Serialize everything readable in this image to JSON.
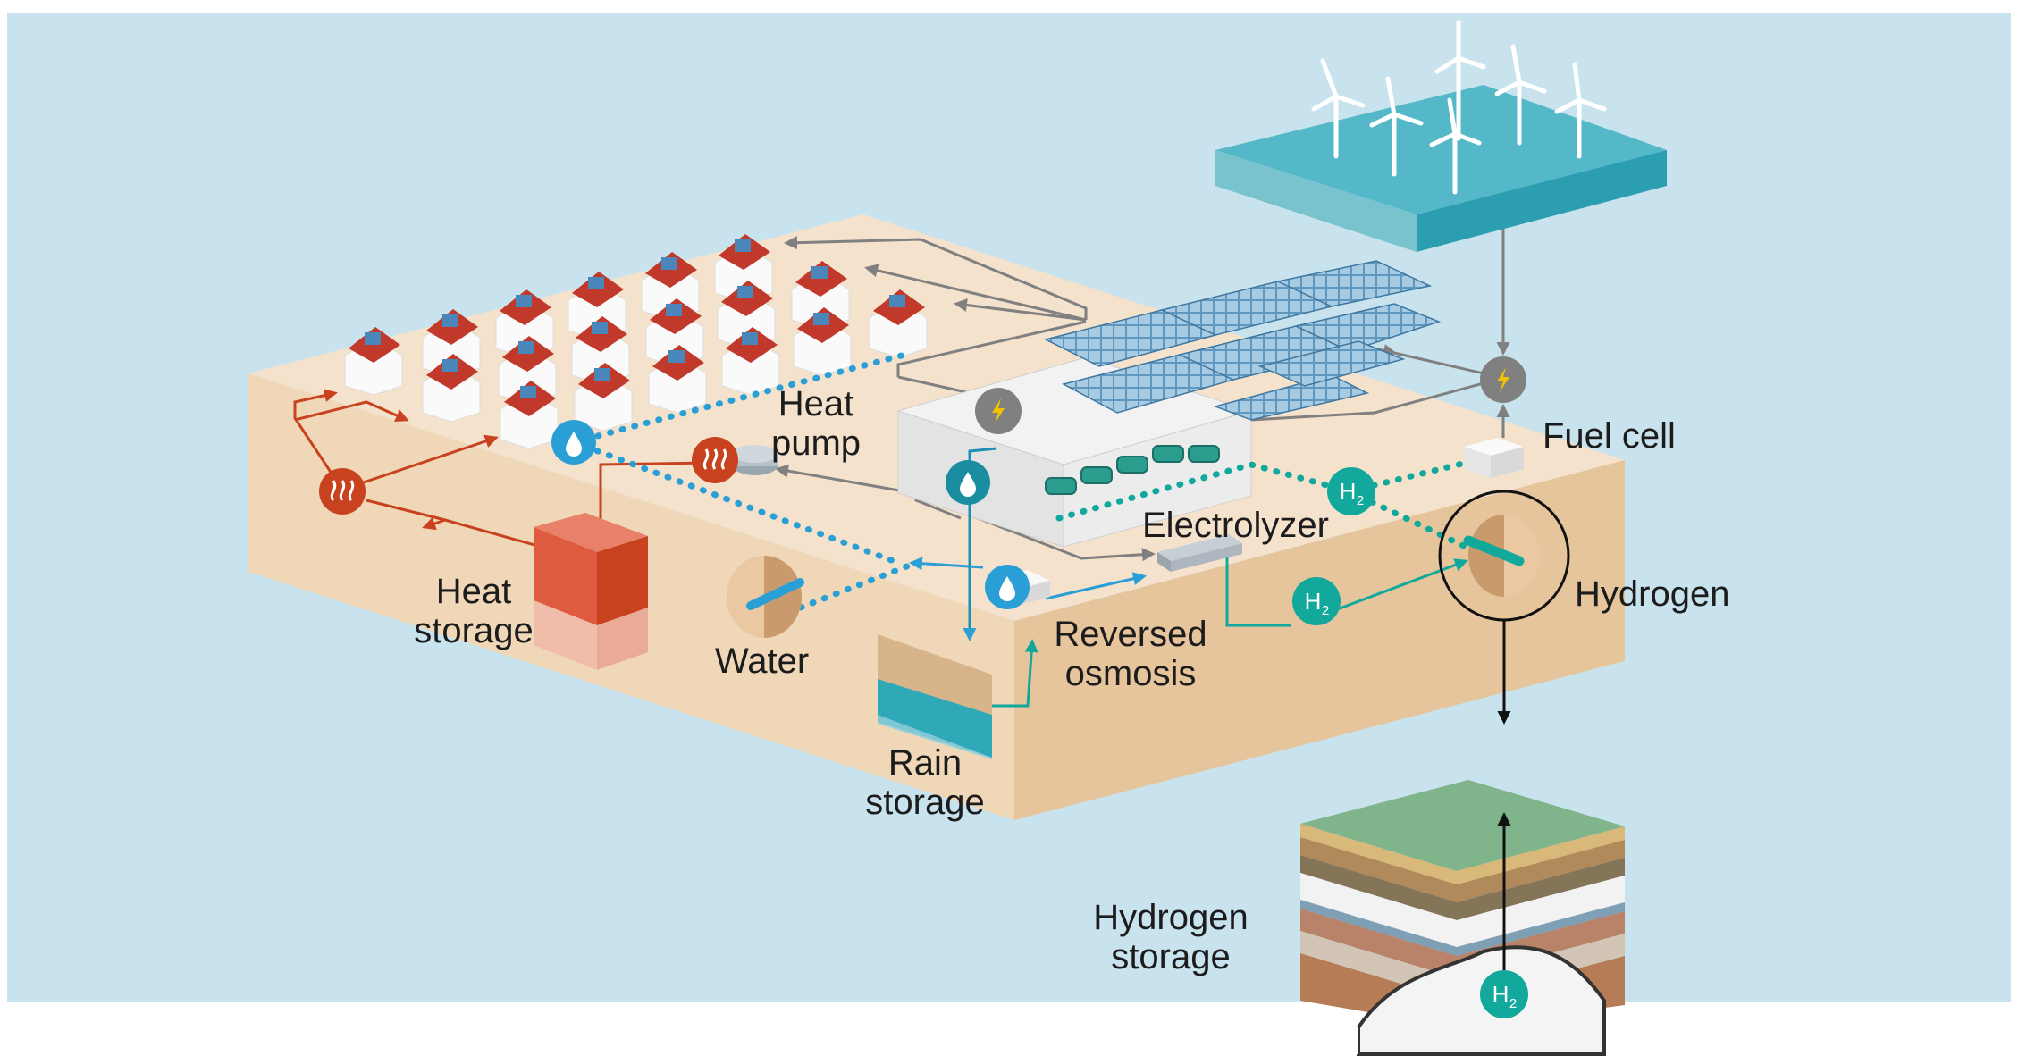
{
  "labels": {
    "heat_pump": [
      "Heat",
      "pump"
    ],
    "heat_storage": [
      "Heat",
      "storage"
    ],
    "water": "Water",
    "rain_storage": [
      "Rain",
      "storage"
    ],
    "reversed_osmosis": [
      "Reversed",
      "osmosis"
    ],
    "electrolyzer": "Electrolyzer",
    "fuel_cell": "Fuel cell",
    "hydrogen": "Hydrogen",
    "hydrogen_storage": [
      "Hydrogen",
      "storage"
    ]
  },
  "badges": {
    "h2_main": "H",
    "h2_sub": "2"
  },
  "icons": [
    "power-icon",
    "water-drop-icon",
    "heat-icon",
    "hydrogen-icon",
    "wind-turbine-icon",
    "solar-panel-icon",
    "house-icon"
  ],
  "colors": {
    "sky": "#c8e3ee",
    "ground_top": "#f4e2cc",
    "ground_side": "#e6c59c",
    "heat": "#c8421f",
    "water": "#2a9fd6",
    "hydrogen": "#12a99c",
    "power": "#8c8c8c",
    "sea": "#2b9fb1"
  }
}
